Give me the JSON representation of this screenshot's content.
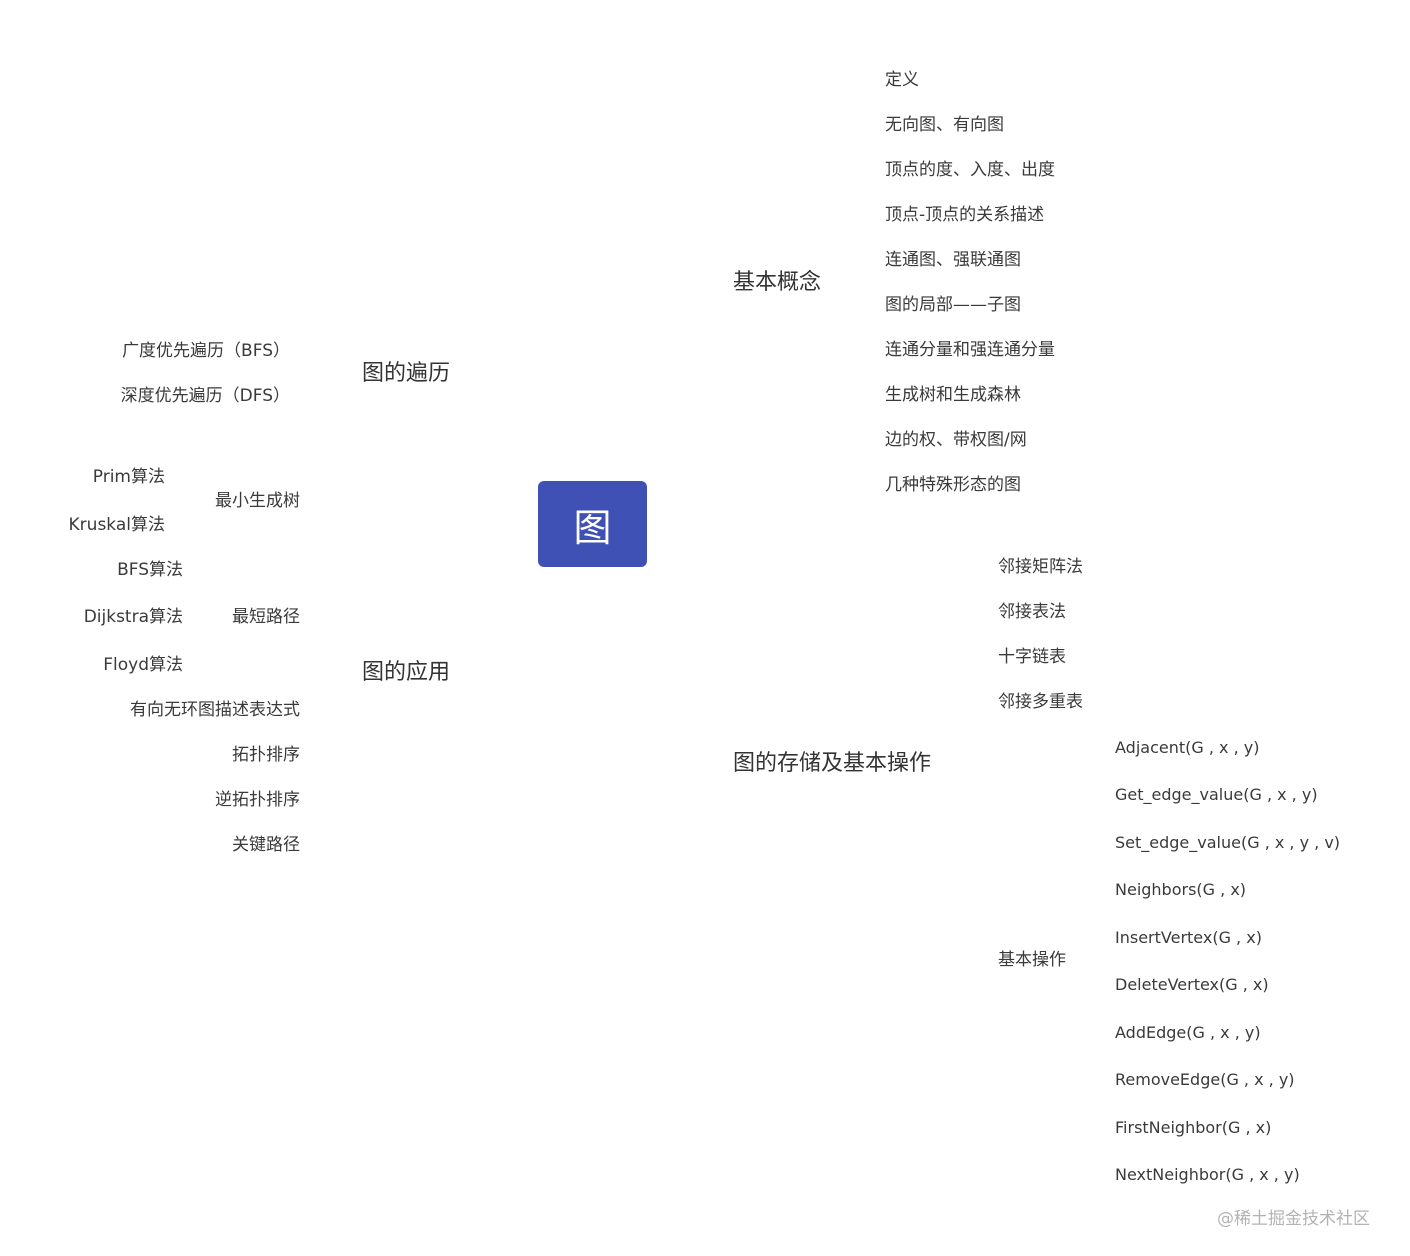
{
  "root": {
    "label": "图"
  },
  "right": {
    "basic_concepts": {
      "label": "基本概念",
      "items": [
        "定义",
        "无向图、有向图",
        "顶点的度、入度、出度",
        "顶点-顶点的关系描述",
        "连通图、强联通图",
        "图的局部——子图",
        "连通分量和强连通分量",
        "生成树和生成森林",
        "边的权、带权图/网",
        "几种特殊形态的图"
      ]
    },
    "storage": {
      "label": "图的存储及基本操作",
      "items": [
        "邻接矩阵法",
        "邻接表法",
        "十字链表",
        "邻接多重表"
      ],
      "basic_ops": {
        "label": "基本操作",
        "items": [
          "Adjacent(G , x , y)",
          "Get_edge_value(G , x , y)",
          "Set_edge_value(G , x , y , v)",
          "Neighbors(G , x)",
          "InsertVertex(G , x)",
          "DeleteVertex(G , x)",
          "AddEdge(G , x , y)",
          "RemoveEdge(G , x , y)",
          "FirstNeighbor(G , x)",
          "NextNeighbor(G , x , y)"
        ]
      }
    }
  },
  "left": {
    "traversal": {
      "label": "图的遍历",
      "items": [
        "广度优先遍历（BFS）",
        "深度优先遍历（DFS）"
      ]
    },
    "application": {
      "label": "图的应用",
      "mst": {
        "label": "最小生成树",
        "items": [
          "Prim算法",
          "Kruskal算法"
        ]
      },
      "shortest_path": {
        "label": "最短路径",
        "items": [
          "BFS算法",
          "Dijkstra算法",
          "Floyd算法"
        ]
      },
      "others": [
        "有向无环图描述表达式",
        "拓扑排序",
        "逆拓扑排序",
        "关键路径"
      ]
    }
  },
  "watermark": "@稀土掘金技术社区"
}
